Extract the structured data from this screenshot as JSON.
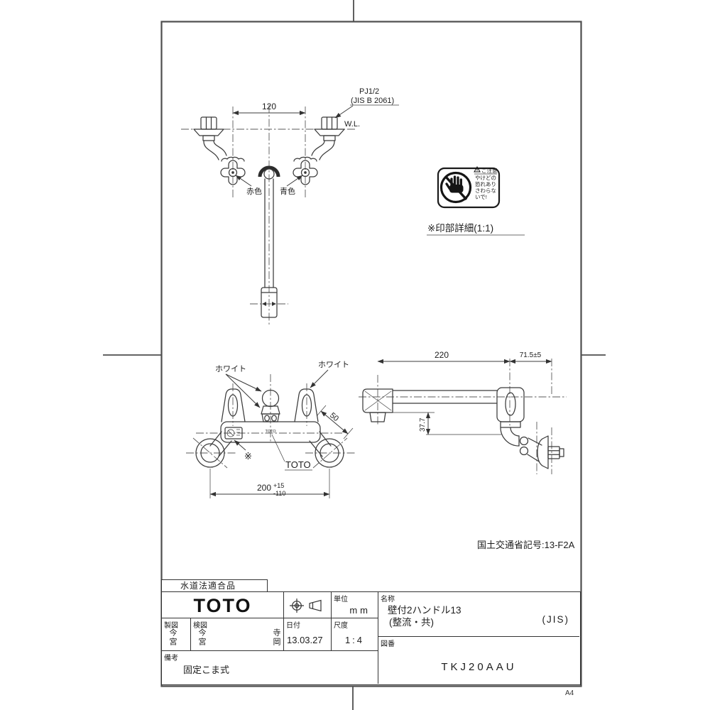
{
  "sheet": {
    "size_label": "A4"
  },
  "top_view": {
    "dim_width": "120",
    "thread_line1": "PJ1/2",
    "thread_line2": "(JIS B 2061)",
    "wall_line": "W.L.",
    "hot_label": "赤色",
    "cold_label": "青色"
  },
  "warning_label": {
    "caution_title": "ご注意",
    "line1": "やけどの",
    "line2": "恐れあり",
    "line3": "さわらな",
    "line4": "いで!",
    "detail_caption": "※印部詳細(1:1)"
  },
  "front_view": {
    "white_label_left": "ホワイト",
    "white_label_right": "ホワイト",
    "dim_handle": "50",
    "asterisk_mark": "※",
    "brand_mark_small": "TOTO",
    "brand_mark": "TOTO",
    "dim_span": "200",
    "dim_span_tol_upper": "+15",
    "dim_span_tol_lower": "-110"
  },
  "side_view": {
    "dim_spout": "220",
    "dim_wall": "71.5±5",
    "dim_drop": "37.7"
  },
  "ministry_code": "国土交通省記号:13-F2A",
  "title_block": {
    "compliance_tab": "水道法適合品",
    "logo": "TOTO",
    "unit_label": "単位",
    "unit_value": "mm",
    "name_label": "名称",
    "name_value": "壁付2ハンドル13",
    "name_sub": "(整流・共)",
    "name_standard": "(JIS)",
    "drafter_label": "製図",
    "drafter_name": "今宮",
    "checker_label": "検図",
    "checker_name": "今宮",
    "checker_name2": "寺岡",
    "date_label": "日付",
    "date_value": "13.03.27",
    "scale_label": "尺度",
    "scale_value": "1:4",
    "remarks_label": "備考",
    "remarks_value": "固定こま式",
    "drawing_number_label": "図番",
    "drawing_number": "TKJ20AAU"
  }
}
